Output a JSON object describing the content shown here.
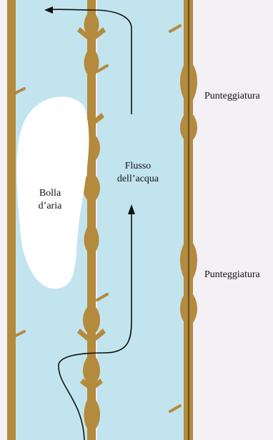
{
  "labels": {
    "pit_top": "Punteggiatura",
    "pit_bottom": "Punteggiatura",
    "water_flow": "Flusso\ndell’acqua",
    "air_bubble": "Bolla\nd’aria"
  },
  "colors": {
    "background": "#f3f0f6",
    "water": "#c2e4ef",
    "wall": "#b48a3c",
    "wall_dark": "#8c6a2a",
    "bubble": "#ffffff",
    "line": "#111111"
  }
}
